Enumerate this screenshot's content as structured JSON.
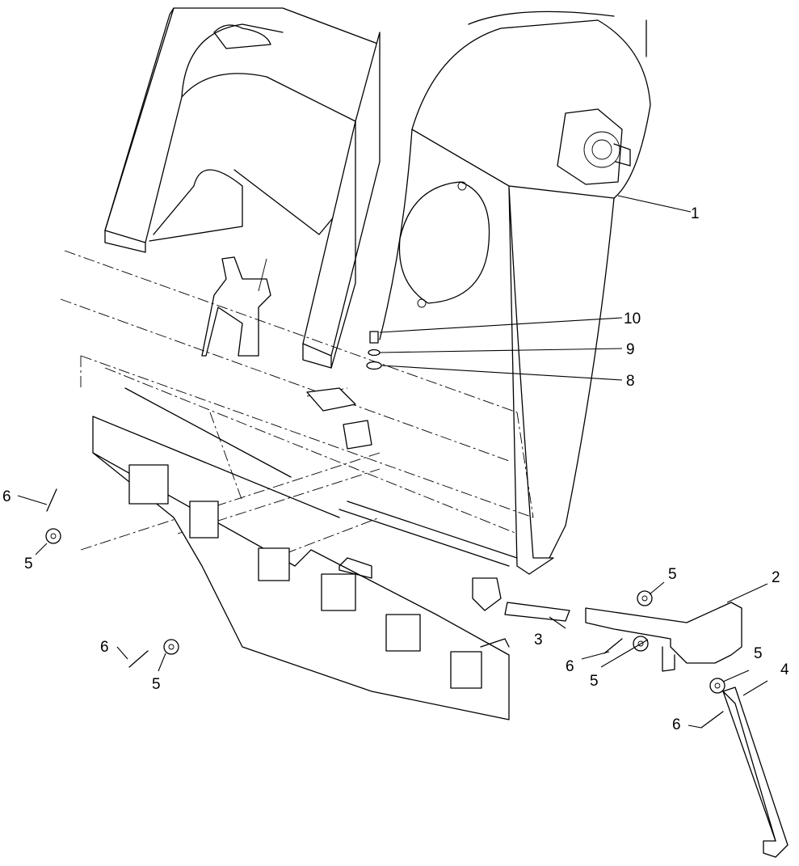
{
  "diagram": {
    "callouts": [
      {
        "id": "c1",
        "label": "1"
      },
      {
        "id": "c10",
        "label": "10"
      },
      {
        "id": "c9",
        "label": "9"
      },
      {
        "id": "c8",
        "label": "8"
      },
      {
        "id": "c2",
        "label": "2"
      },
      {
        "id": "c3",
        "label": "3"
      },
      {
        "id": "c4",
        "label": "4"
      },
      {
        "id": "c5a",
        "label": "5"
      },
      {
        "id": "c5b",
        "label": "5"
      },
      {
        "id": "c5c",
        "label": "5"
      },
      {
        "id": "c5d",
        "label": "5"
      },
      {
        "id": "c5e",
        "label": "5"
      },
      {
        "id": "c6a",
        "label": "6"
      },
      {
        "id": "c6b",
        "label": "6"
      },
      {
        "id": "c6c",
        "label": "6"
      },
      {
        "id": "c6d",
        "label": "6"
      }
    ]
  }
}
